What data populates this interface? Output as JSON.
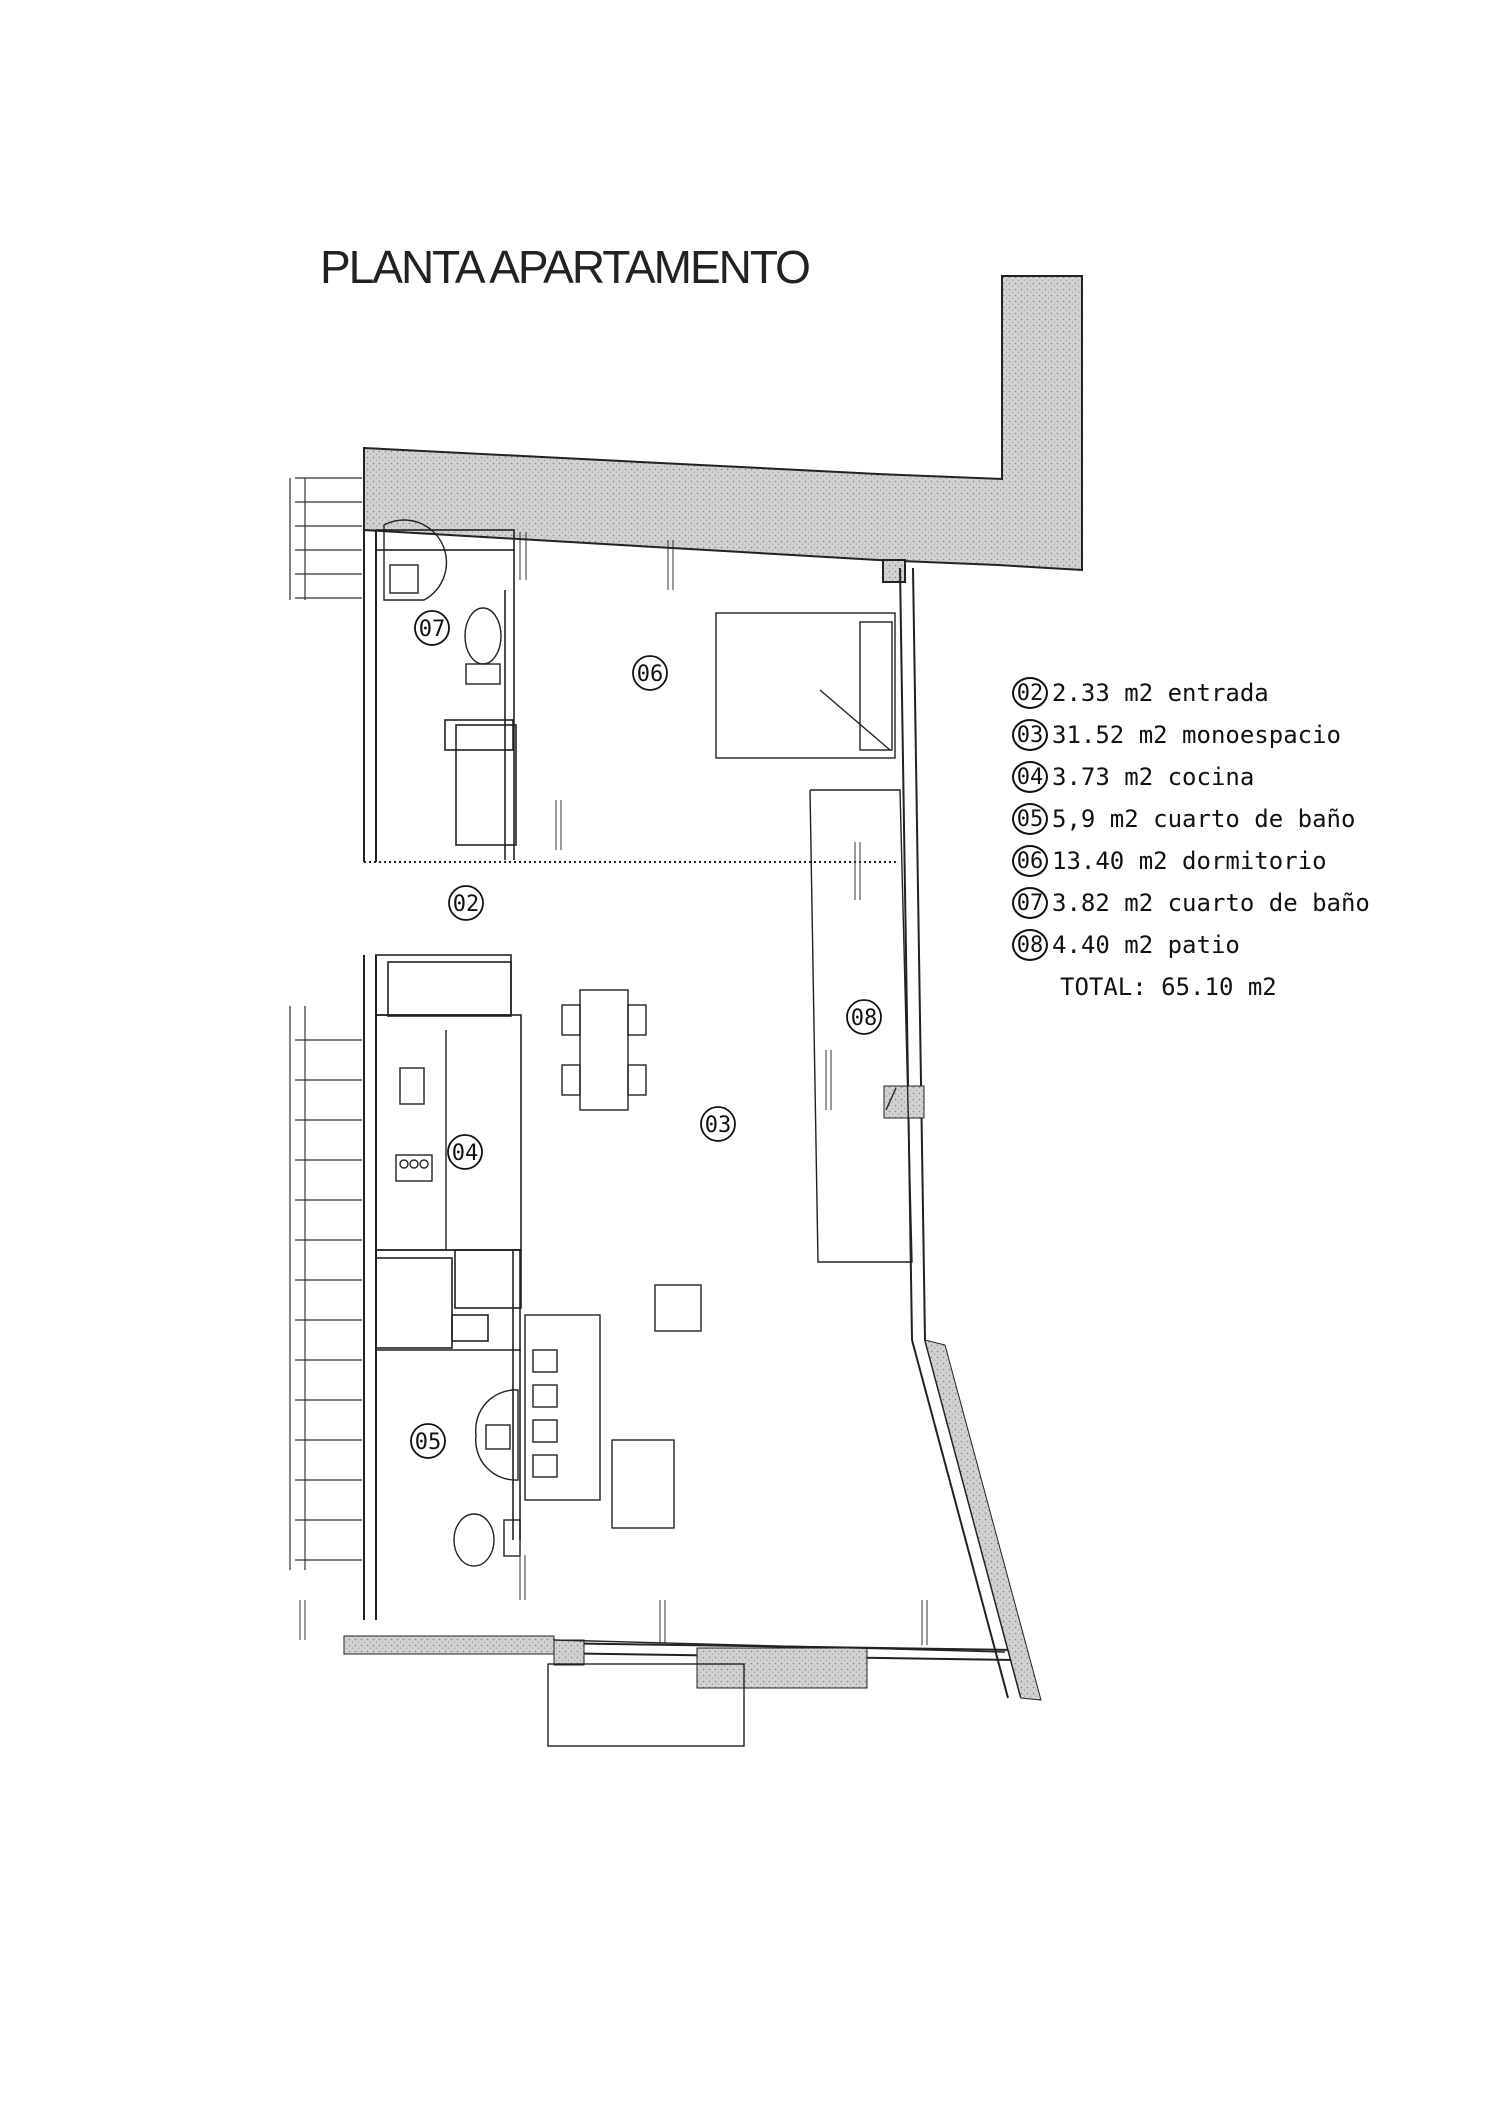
{
  "title": "PLANTA APARTAMENTO",
  "rooms": [
    {
      "num": "02",
      "area": "2.33",
      "label": "entrada"
    },
    {
      "num": "03",
      "area": "31.52",
      "label": "monoespacio"
    },
    {
      "num": "04",
      "area": "3.73",
      "label": "cocina"
    },
    {
      "num": "05",
      "area": "5,9",
      "label": "cuarto de baño"
    },
    {
      "num": "06",
      "area": "13.40",
      "label": "dormitorio"
    },
    {
      "num": "07",
      "area": "3.82",
      "label": "cuarto de baño"
    },
    {
      "num": "08",
      "area": "4.40",
      "label": "patio"
    }
  ],
  "legend": {
    "unit": "m2",
    "total_label": "TOTAL:",
    "total_value": "65.10 m2",
    "rows": [
      {
        "num": "02",
        "text": "2.33 m2 entrada"
      },
      {
        "num": "03",
        "text": "31.52 m2 monoespacio"
      },
      {
        "num": "04",
        "text": "3.73 m2 cocina"
      },
      {
        "num": "05",
        "text": "5,9 m2 cuarto de baño"
      },
      {
        "num": "06",
        "text": "13.40 m2 dormitorio"
      },
      {
        "num": "07",
        "text": "3.82 m2 cuarto de baño"
      },
      {
        "num": "08",
        "text": "4.40 m2 patio"
      }
    ]
  },
  "colors": {
    "line": "#222222",
    "wall_hatch": "#bdbdbd",
    "background": "#ffffff"
  }
}
